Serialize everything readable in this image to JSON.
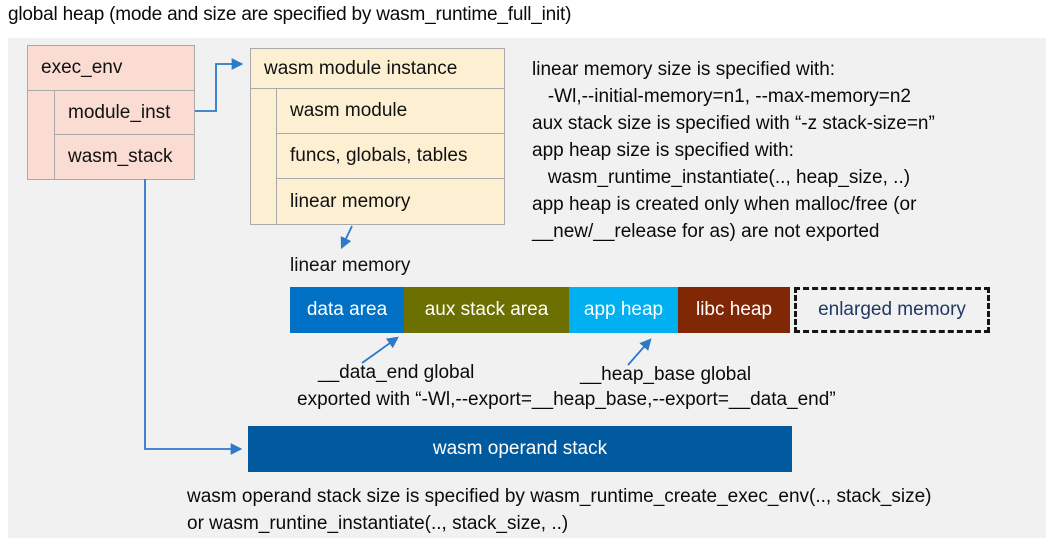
{
  "title": "global heap (mode and size are specified by wasm_runtime_full_init)",
  "exec_env": {
    "title": "exec_env",
    "rows": [
      "module_inst",
      "wasm_stack"
    ]
  },
  "module_instance": {
    "title": "wasm module instance",
    "rows": [
      "wasm module",
      "funcs, globals, tables",
      "linear memory"
    ]
  },
  "notes_right": {
    "lines": [
      "linear memory size is specified with:",
      "   -Wl,--initial-memory=n1, --max-memory=n2",
      "aux stack size is specified with “-z stack-size=n”",
      "app heap size is specified with:",
      "   wasm_runtime_instantiate(.., heap_size, ..)",
      "app heap is created only when malloc/free (or",
      "__new/__release for as) are not exported"
    ]
  },
  "linear_memory": {
    "label": "linear memory",
    "segments": [
      {
        "label": "data area",
        "color": "#0071c5",
        "text_color": "#ffffff"
      },
      {
        "label": "aux stack area",
        "color": "#6b7000",
        "text_color": "#ffffff"
      },
      {
        "label": "app heap",
        "color": "#00b0f0",
        "text_color": "#ffffff"
      },
      {
        "label": "libc heap",
        "color": "#802806",
        "text_color": "#ffffff"
      },
      {
        "label": "enlarged memory",
        "color": "",
        "text_color": "#1f3864",
        "dashed": true
      }
    ]
  },
  "annotations": {
    "data_end_global": "__data_end global",
    "heap_base_global": "__heap_base global",
    "exported_line": "exported with “-Wl,--export=__heap_base,--export=__data_end”"
  },
  "operand_stack": {
    "label": "wasm operand stack",
    "color": "#005a9d"
  },
  "notes_bottom": {
    "lines": [
      "wasm operand stack size is specified by wasm_runtime_create_exec_env(.., stack_size)",
      "or wasm_runtine_instantiate(.., stack_size, ..)"
    ]
  },
  "colors": {
    "panel_background": "#f1f1f2",
    "exec_env_box": "#fadcd2",
    "module_instance_box": "#fdf0d2",
    "box_border": "#a9a9a9",
    "arrow_blue": "#2e79c8",
    "enlarged_memory_text": "#1f3864"
  }
}
